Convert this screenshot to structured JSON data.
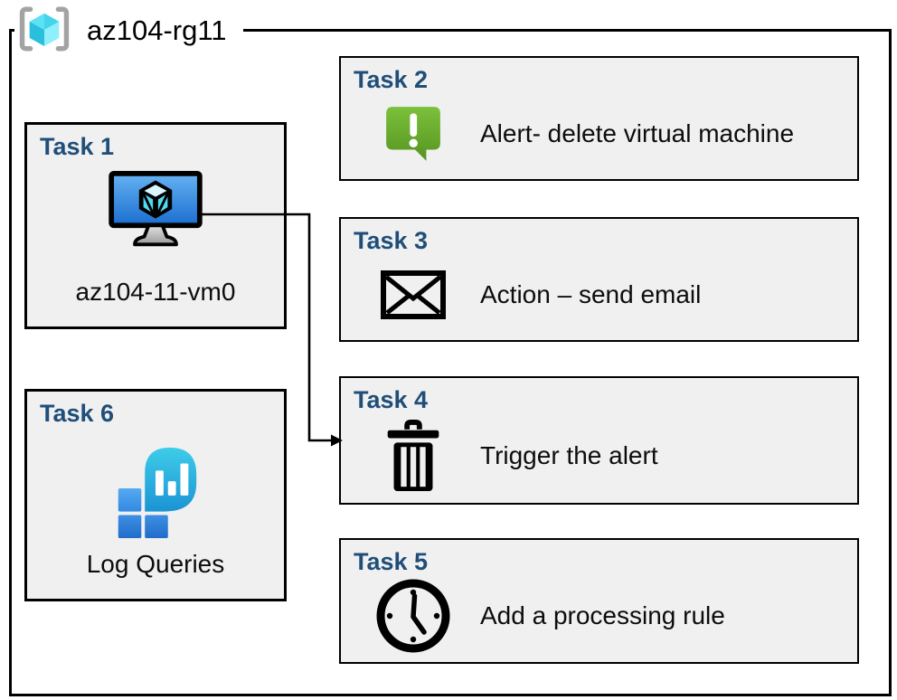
{
  "header": {
    "group_name": "az104-rg11",
    "icon": "resource-group-icon"
  },
  "tasks": [
    {
      "title": "Task 1",
      "label": "az104-11-vm0",
      "icon": "virtual-machine-icon"
    },
    {
      "title": "Task 2",
      "label": "Alert- delete virtual machine",
      "icon": "alert-icon"
    },
    {
      "title": "Task 3",
      "label": "Action – send email",
      "icon": "email-icon"
    },
    {
      "title": "Task 4",
      "label": "Trigger the alert",
      "icon": "trash-icon"
    },
    {
      "title": "Task 5",
      "label": "Add a processing rule",
      "icon": "clock-icon"
    },
    {
      "title": "Task 6",
      "label": "Log Queries",
      "icon": "log-analytics-icon"
    }
  ],
  "connector": {
    "from": "Task 1",
    "to": "Task 4"
  },
  "colors": {
    "box_fill": "#f0f0f0",
    "box_border": "#000000",
    "title_blue": "#1f4e79",
    "alert_green": "#69b02e",
    "vm_screen_blue": "#2f86df",
    "log_bubble_teal": "#2bbde0",
    "rg_cube_cyan": "#5ce1f5",
    "bracket_gray": "#a3a3a3"
  }
}
